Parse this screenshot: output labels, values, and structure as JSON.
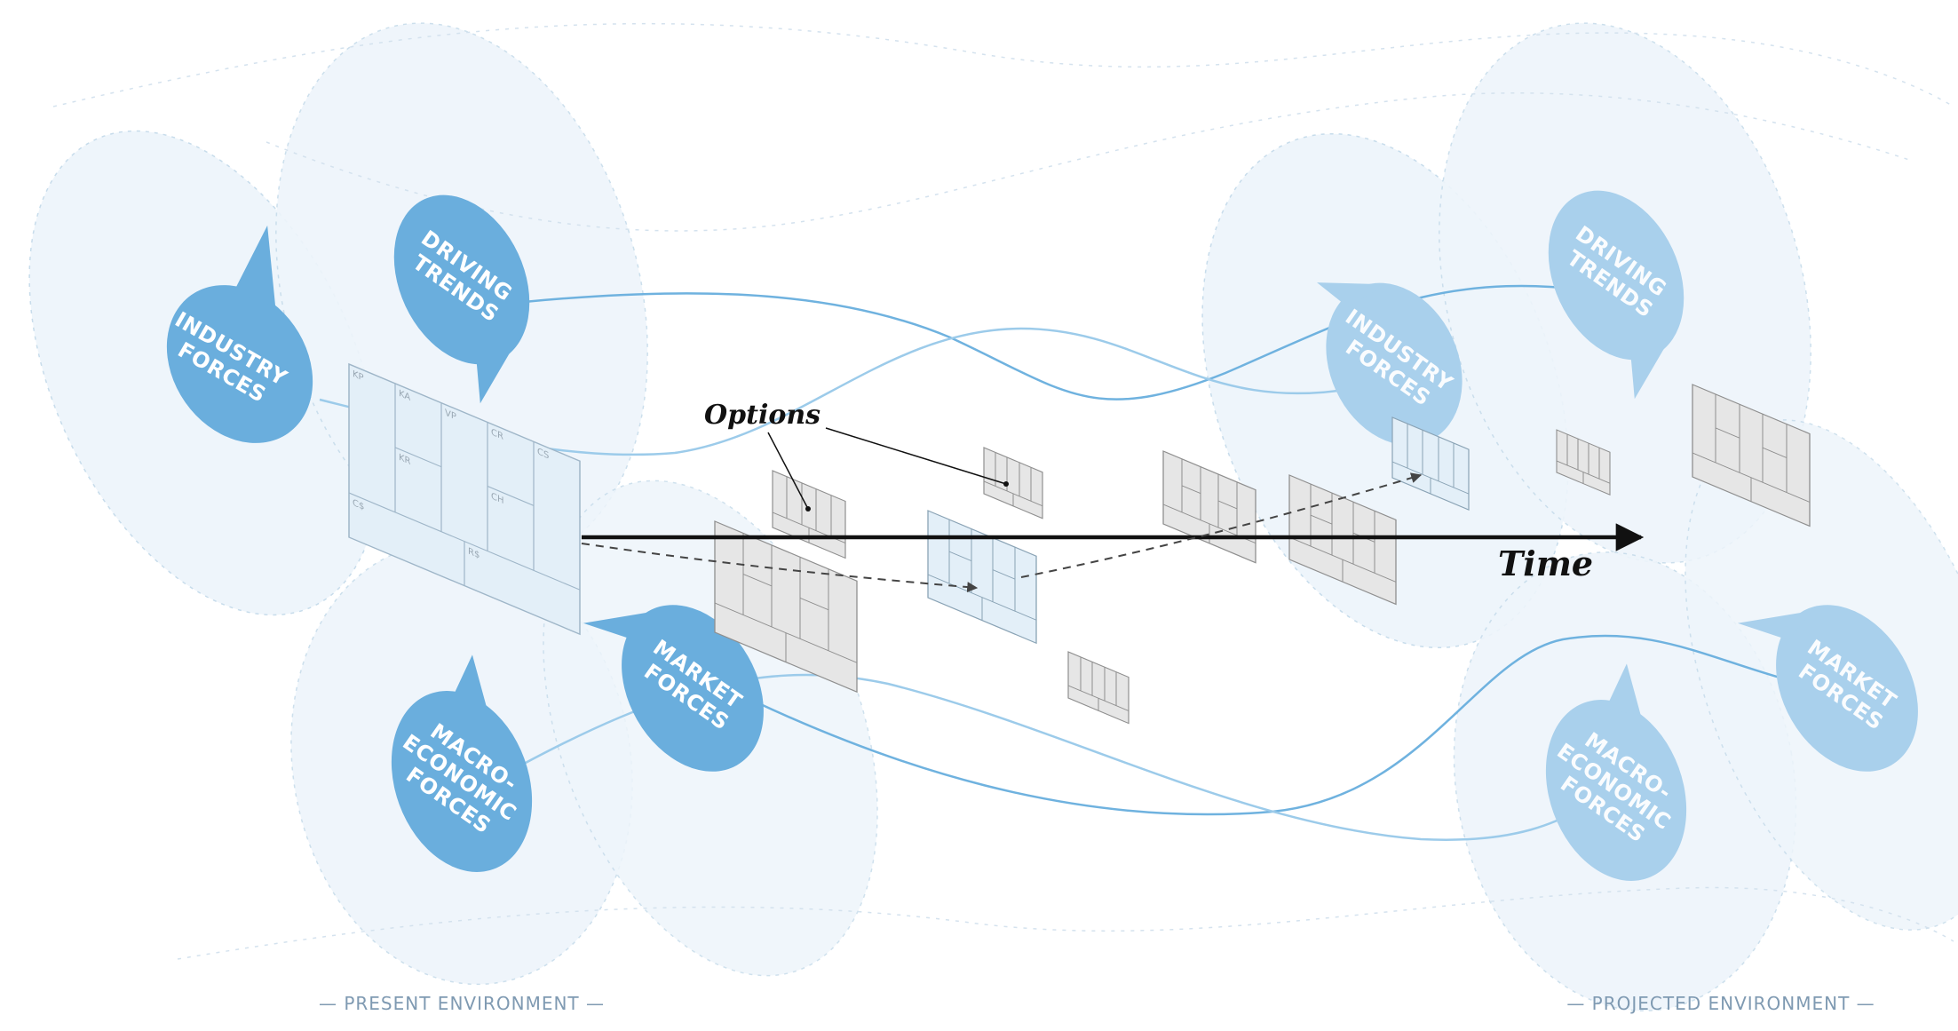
{
  "annotations": {
    "options": "Options",
    "time": "Time"
  },
  "environments": {
    "present": "— PRESENT ENVIRONMENT —",
    "projected": "— PROJECTED ENVIRONMENT —"
  },
  "present_forces": {
    "industry": [
      "INDUSTRY",
      "FORCES"
    ],
    "driving": [
      "DRIVING",
      "TRENDS"
    ],
    "market": [
      "MARKET",
      "FORCES"
    ],
    "macro": [
      "MACRO-",
      "ECONOMIC",
      "FORCES"
    ]
  },
  "projected_forces": {
    "industry": [
      "INDUSTRY",
      "FORCES"
    ],
    "driving": [
      "DRIVING",
      "TRENDS"
    ],
    "market": [
      "MARKET",
      "FORCES"
    ],
    "macro": [
      "MACRO-",
      "ECONOMIC",
      "FORCES"
    ]
  },
  "canvas_blocks": [
    "KP",
    "KA",
    "VP",
    "CR",
    "CS",
    "KR",
    "CH",
    "C$",
    "R$"
  ],
  "colors": {
    "drop_strong": "#6aaedd",
    "drop_faded": "#a9d0ec",
    "halo": "#eef5fb",
    "flow_line": "#6fb2df",
    "flow_line_light": "#9ccbea",
    "canvas_current": "#e3eff8",
    "canvas_option": "#e6e6e6",
    "arrow": "#111111"
  }
}
